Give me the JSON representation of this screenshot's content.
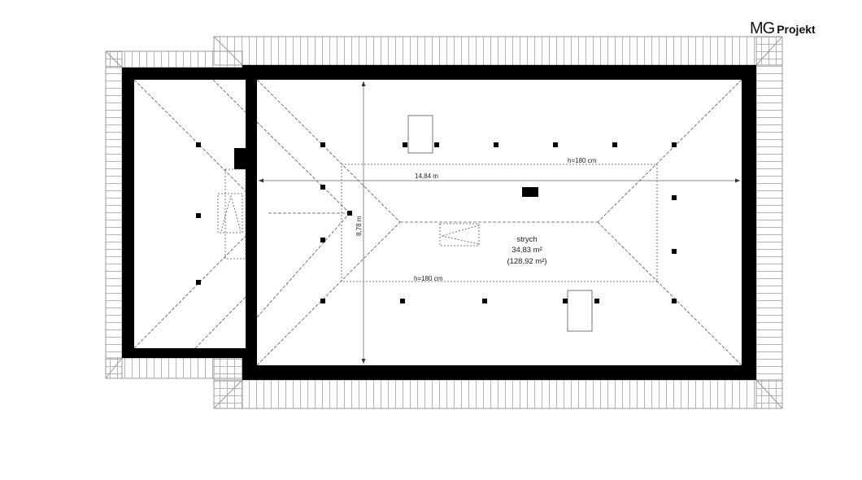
{
  "logo": {
    "brand": "MG",
    "name": "Projekt"
  },
  "plan": {
    "room_name": "strych",
    "room_area": "34,83 m²",
    "room_area_total": "(128,92 m²)",
    "dim_width": "14,84 m",
    "dim_depth": "8,78 m",
    "height_top": "h=180 cm",
    "height_bottom": "h=180 cm"
  },
  "colors": {
    "wall": "#000000",
    "line": "#555555",
    "hatch": "#aaaaaa"
  }
}
